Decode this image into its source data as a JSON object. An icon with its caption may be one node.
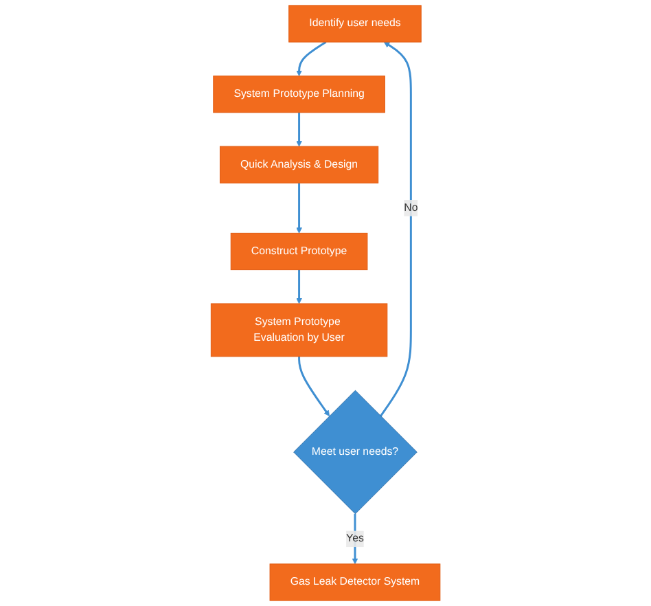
{
  "diagram": {
    "nodes": [
      {
        "text": [
          "Identify user needs"
        ]
      },
      {
        "text": [
          "System Prototype Planning"
        ]
      },
      {
        "text": [
          "Quick Analysis & Design"
        ]
      },
      {
        "text": [
          "Construct Prototype"
        ]
      },
      {
        "text": [
          "System Prototype Evaluation by User"
        ]
      },
      {
        "text": [
          "Meet user needs?"
        ]
      },
      {
        "text": [
          "Gas Leak Detector System"
        ]
      }
    ],
    "edges": [
      {
        "from": 0,
        "to": 1,
        "arrow": "to"
      },
      {
        "from": 1,
        "to": 2,
        "arrow": "to"
      },
      {
        "from": 2,
        "to": 3,
        "arrow": "to"
      },
      {
        "from": 3,
        "to": 4,
        "arrow": "to"
      },
      {
        "from": 4,
        "to": 5,
        "arrow": "to"
      },
      {
        "from": 5,
        "to": 0,
        "label": "No",
        "arrow": "to"
      },
      {
        "from": 5,
        "to": 6,
        "label": "Yes",
        "arrow": "to"
      }
    ]
  }
}
